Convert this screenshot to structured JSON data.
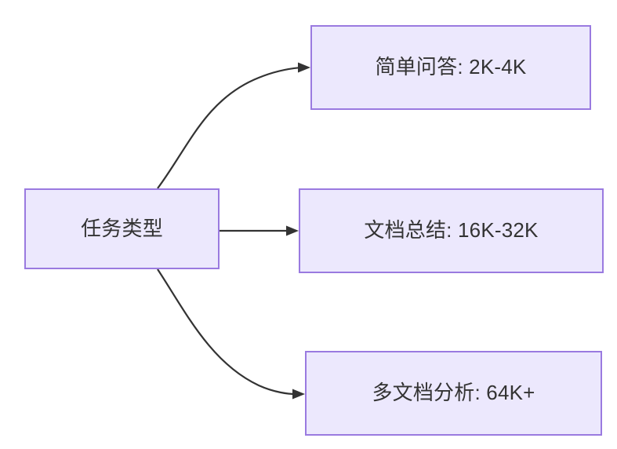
{
  "diagram": {
    "type": "flowchart",
    "direction": "left-to-right",
    "background_color": "#FFFFFF",
    "node_fill_color": "#ECE8FD",
    "node_border_color": "#9A7AE0",
    "node_text_color": "#333333",
    "edge_color": "#333333",
    "nodes": [
      {
        "id": "root",
        "label": "任务类型",
        "role": "source"
      },
      {
        "id": "simple-qa",
        "label": "简单问答: 2K-4K",
        "role": "target"
      },
      {
        "id": "doc-summary",
        "label": "文档总结: 16K-32K",
        "role": "target"
      },
      {
        "id": "multi-doc",
        "label": "多文档分析: 64K+",
        "role": "target"
      }
    ],
    "edges": [
      {
        "id": "edge-root-to-simple-qa",
        "from": "root",
        "to": "simple-qa",
        "style": "curved",
        "arrow": "arrowhead-filled"
      },
      {
        "id": "edge-root-to-doc-summary",
        "from": "root",
        "to": "doc-summary",
        "style": "straight",
        "arrow": "arrowhead-filled"
      },
      {
        "id": "edge-root-to-multi-doc",
        "from": "root",
        "to": "multi-doc",
        "style": "curved",
        "arrow": "arrowhead-filled"
      }
    ]
  }
}
